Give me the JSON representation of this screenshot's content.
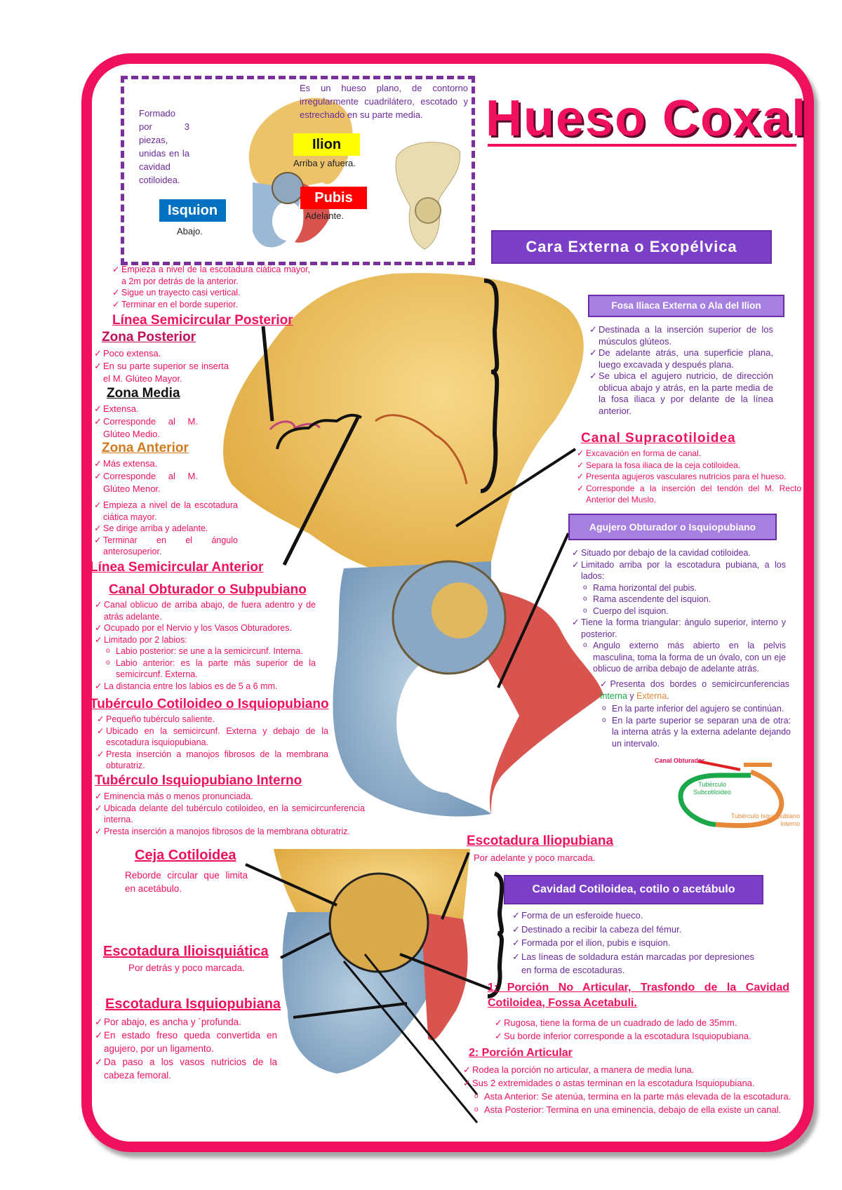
{
  "title": "Hueso Coxal",
  "subtitle": "Cara Externa o Exopélvica",
  "intro": {
    "formado": "Formado por 3 piezas, unidas en la cavidad cotiloidea.",
    "desc": "Es un hueso plano, de contorno irregularmente cuadrilátero, escotado y estrechado en su parte media.",
    "ilion": {
      "label": "Ilion",
      "desc": "Arriba y afuera.",
      "color": "#ffff00"
    },
    "pubis": {
      "label": "Pubis",
      "desc": "Adelante.",
      "color": "#ff0000"
    },
    "isquion": {
      "label": "Isquion",
      "desc": "Abajo.",
      "color": "#0070c0"
    }
  },
  "left": {
    "pre_items": [
      {
        "b": "c",
        "t": "Empieza a nivel de la escotadura ciática mayor, a 2m por detrás de la anterior."
      },
      {
        "b": "c",
        "t": "Sigue un trayecto casi vertical."
      },
      {
        "b": "c",
        "t": "Terminar en el borde superior."
      }
    ],
    "lsp": "Línea Semicircular Posterior",
    "zona_posterior": {
      "title": "Zona Posterior",
      "items": [
        {
          "b": "c",
          "t": "Poco extensa."
        },
        {
          "b": "c",
          "t": "En su parte superior se inserta el M. Glúteo Mayor."
        }
      ]
    },
    "zona_media": {
      "title": "Zona Media",
      "items": [
        {
          "b": "c",
          "t": "Extensa."
        },
        {
          "b": "c",
          "t": "Corresponde al M. Glúteo Medio."
        }
      ]
    },
    "zona_anterior": {
      "title": "Zona Anterior",
      "items": [
        {
          "b": "c",
          "t": "Más extensa."
        },
        {
          "b": "c",
          "t": "Corresponde al M. Glúteo Menor."
        }
      ]
    },
    "lsa_items": [
      {
        "b": "c",
        "t": "Empieza a nivel de la escotadura ciática mayor."
      },
      {
        "b": "c",
        "t": "Se dirige arriba y adelante."
      },
      {
        "b": "c",
        "t": "Terminar en el ángulo anterosuperior."
      }
    ],
    "lsa": "Línea Semicircular Anterior",
    "canal_obturador": {
      "title": "Canal Obturador o Subpubiano",
      "items": [
        {
          "b": "c",
          "t": "Canal oblicuo de arriba abajo, de fuera adentro y de atrás adelante."
        },
        {
          "b": "c",
          "t": "Ocupado por el Nervio y los Vasos Obturadores."
        },
        {
          "b": "c",
          "t": "Limitado por 2 labios:"
        },
        {
          "b": "o",
          "t": "Labio posterior: se une a la semicircunf. Interna."
        },
        {
          "b": "o",
          "t": "Labio anterior: es la parte más superior de la semicircunf. Externa."
        },
        {
          "b": "c",
          "t": "La distancia entre los labios es de 5 a 6 mm."
        }
      ]
    },
    "tuberculo_cotiloideo": {
      "title": "Tubérculo Cotiloideo o Isquiopubiano",
      "items": [
        {
          "b": "c",
          "t": "Pequeño tubérculo saliente."
        },
        {
          "b": "c",
          "t": "Ubicado en la semicircunf. Externa y debajo de la escotadura isquiopubiana."
        },
        {
          "b": "c",
          "t": "Presta inserción a manojos fibrosos de la membrana obturatriz."
        }
      ]
    },
    "tuberculo_interno": {
      "title": "Tubérculo Isquiopubiano Interno",
      "items": [
        {
          "b": "c",
          "t": "Eminencia más o menos pronunciada."
        },
        {
          "b": "c",
          "t": "Ubicada delante del tubérculo cotiloideo, en la semicircunferencia interna."
        },
        {
          "b": "c",
          "t": "Presta inserción a manojos fibrosos de la membrana obturatriz."
        }
      ]
    },
    "ceja": {
      "title": "Ceja Cotiloidea",
      "desc": "Reborde circular que limita en acetábulo."
    },
    "ilioisquiatica": {
      "title": "Escotadura Ilioisquiática",
      "desc": "Por detrás y poco marcada."
    },
    "isquiopubiana": {
      "title": "Escotadura Isquiopubiana",
      "items": [
        {
          "b": "c",
          "t": "Por abajo, es ancha y ´profunda."
        },
        {
          "b": "c",
          "t": "En estado freso queda convertida en agujero, por un ligamento."
        },
        {
          "b": "c",
          "t": "Da paso a los vasos nutricios de la cabeza femoral."
        }
      ]
    }
  },
  "right": {
    "fosa": {
      "title": "Fosa Iliaca Externa o Ala del Ilion",
      "items": [
        {
          "b": "c",
          "t": "Destinada a la inserción superior de los músculos glúteos."
        },
        {
          "b": "c",
          "t": "De adelante atrás, una superficie plana, luego excavada y después plana."
        },
        {
          "b": "c",
          "t": "Se ubica el agujero nutricio, de dirección oblicua abajo y atrás, en la parte media de la fosa iliaca y por delante de la línea anterior."
        }
      ]
    },
    "supracotiloidea": {
      "title": "Canal Supracotiloidea",
      "items": [
        {
          "b": "c",
          "t": "Excavación en forma de canal."
        },
        {
          "b": "c",
          "t": "Separa la fosa iliaca de la ceja cotiloidea."
        },
        {
          "b": "c",
          "t": "Presenta agujeros vasculares nutricios para el hueso."
        },
        {
          "b": "c",
          "t": "Corresponde a la inserción del tendón del M. Recto Anterior del Muslo."
        }
      ]
    },
    "agujero": {
      "title": "Agujero Obturador o Isquiopubiano",
      "items": [
        {
          "b": "c",
          "t": "Situado por debajo de la cavidad cotiloidea."
        },
        {
          "b": "c",
          "t": "Limitado arriba por la escotadura pubiana, a los lados:"
        },
        {
          "b": "o",
          "t": "Rama horizontal del pubis."
        },
        {
          "b": "o",
          "t": "Rama ascendente del isquion."
        },
        {
          "b": "o",
          "t": "Cuerpo del isquion."
        },
        {
          "b": "c",
          "t": "Tiene la forma triangular: ángulo superior, interno y posterior."
        },
        {
          "b": "o",
          "t": "Angulo externo más abierto en la pelvis masculina, toma la forma de un óvalo, con un eje oblicuo de arriba debajo de adelante atrás."
        }
      ],
      "presenta": "Presenta dos bordes o semicircunferencias",
      "interna": "Interna",
      "y": " y ",
      "externa": "Externa",
      "punto": ".",
      "items2": [
        {
          "b": "o",
          "t": "En la parte inferior del agujero se continúan."
        },
        {
          "b": "o",
          "t": "En la parte superior se separan una de otra: la interna atrás y la externa adelante dejando un intervalo."
        }
      ]
    },
    "diagram": {
      "canal": "Canal Obturador",
      "sub": "Tubérculo Subcotiloideo",
      "interno": "Tubérculo Isquiopubiano Interno",
      "green": "#1aa84a",
      "orange": "#e8893a"
    },
    "iliopubiana": {
      "title": "Escotadura Iliopubiana",
      "desc": "Por adelante y poco marcada."
    },
    "cavidad": {
      "title": "Cavidad Cotiloidea, cotilo o acetábulo",
      "items": [
        {
          "b": "c",
          "t": "Forma de un esferoide hueco."
        },
        {
          "b": "c",
          "t": "Destinado a recibir la cabeza del fémur."
        },
        {
          "b": "c",
          "t": "Formada por el ilion, pubis e isquion."
        },
        {
          "b": "c",
          "t": "Las líneas de soldadura están marcadas por depresiones en forma de escotaduras."
        }
      ]
    },
    "no_articular": {
      "title": "1: Porción No Articular, Trasfondo de la Cavidad Cotiloidea, Fossa Acetabuli.",
      "items": [
        {
          "b": "c",
          "t": "Rugosa, tiene la forma de un cuadrado de lado de 35mm."
        },
        {
          "b": "c",
          "t": "Su borde inferior corresponde a la escotadura Isquiopubiana."
        }
      ]
    },
    "articular": {
      "title": "2: Porción Articular",
      "items": [
        {
          "b": "c",
          "t": "Rodea la porción no articular, a manera de media luna."
        },
        {
          "b": "c",
          "t": "Sus 2 extremidades o astas terminan en la escotadura Isquiopubiana."
        },
        {
          "b": "o",
          "t": "Asta Anterior: Se atenúa, termina en la parte más elevada de la escotadura."
        },
        {
          "b": "o",
          "t": "Asta Posterior: Termina en una eminencia, debajo de ella existe un canal."
        }
      ]
    }
  },
  "colors": {
    "accent": "#f0115e",
    "purple": "#7b3fc8",
    "ilium": "#f0c75e",
    "ischium": "#8fb2d0",
    "pubis": "#d9534f"
  }
}
